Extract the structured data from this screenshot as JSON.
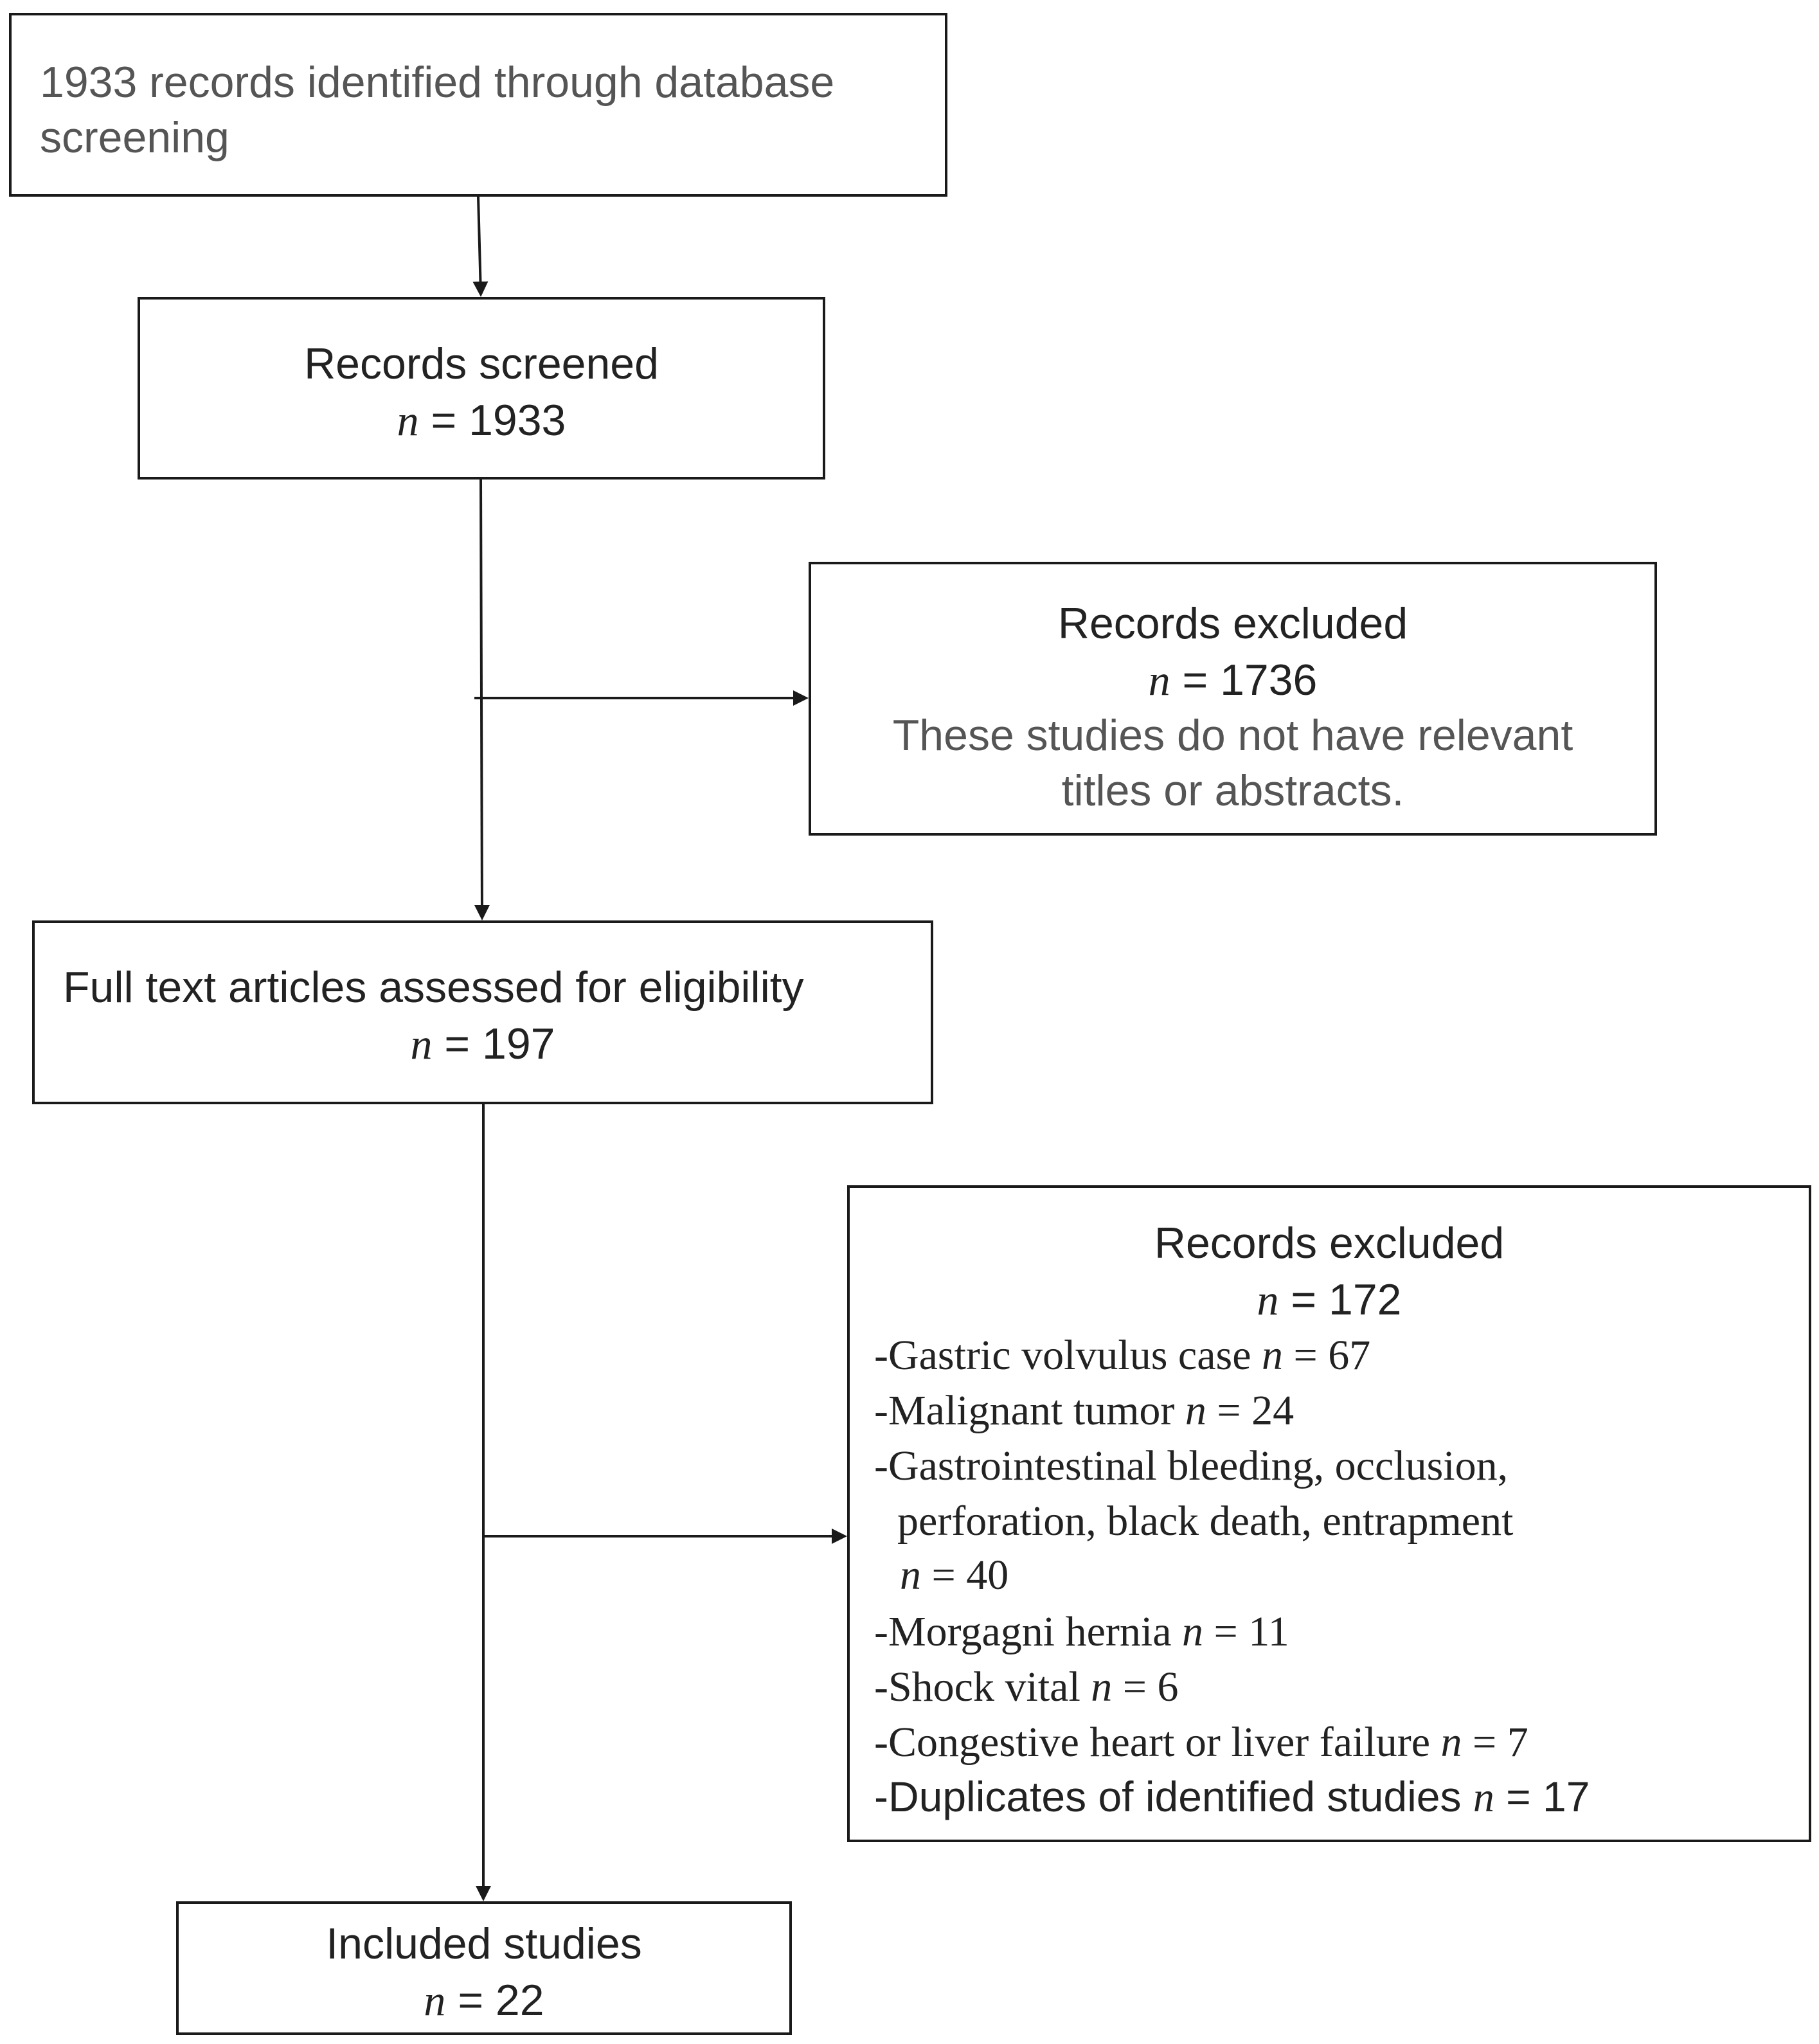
{
  "boxes": {
    "identified": {
      "line1": "1933 records identified through database",
      "line2": "screening"
    },
    "screened": {
      "title": "Records screened",
      "n_symbol": "n",
      "n_text": " = 1933"
    },
    "excluded1": {
      "title": "Records excluded",
      "n_symbol": "n",
      "n_text": " = 1736",
      "note_line1": "These studies do not have relevant",
      "note_line2": "titles or abstracts."
    },
    "fulltext": {
      "title": "Full text articles assessed for eligibility",
      "n_symbol": "n",
      "n_text": " = 197"
    },
    "excluded2": {
      "title": "Records excluded",
      "n_symbol": "n",
      "n_text": " = 172",
      "reasons": [
        {
          "text": "-Gastric volvulus case ",
          "n_symbol": "n",
          "n_text": " = 67"
        },
        {
          "text": "-Malignant tumor ",
          "n_symbol": "n",
          "n_text": " = 24"
        },
        {
          "text": "-Gastrointestinal bleeding, occlusion,"
        },
        {
          "text": "perforation, black death, entrapment"
        },
        {
          "text": "",
          "n_symbol": "n",
          "n_text": " = 40"
        },
        {
          "text": "-Morgagni hernia ",
          "n_symbol": "n",
          "n_text": " = 11"
        },
        {
          "text": "-Shock vital ",
          "n_symbol": "n",
          "n_text": " = 6"
        },
        {
          "text": "-Congestive heart or liver failure ",
          "n_symbol": "n",
          "n_text": " = 7"
        },
        {
          "text": "-Duplicates of identified studies ",
          "n_symbol": "n",
          "n_text": " = 17"
        }
      ]
    },
    "included": {
      "title": "Included studies",
      "n_symbol": "n",
      "n_text": " = 22"
    }
  }
}
